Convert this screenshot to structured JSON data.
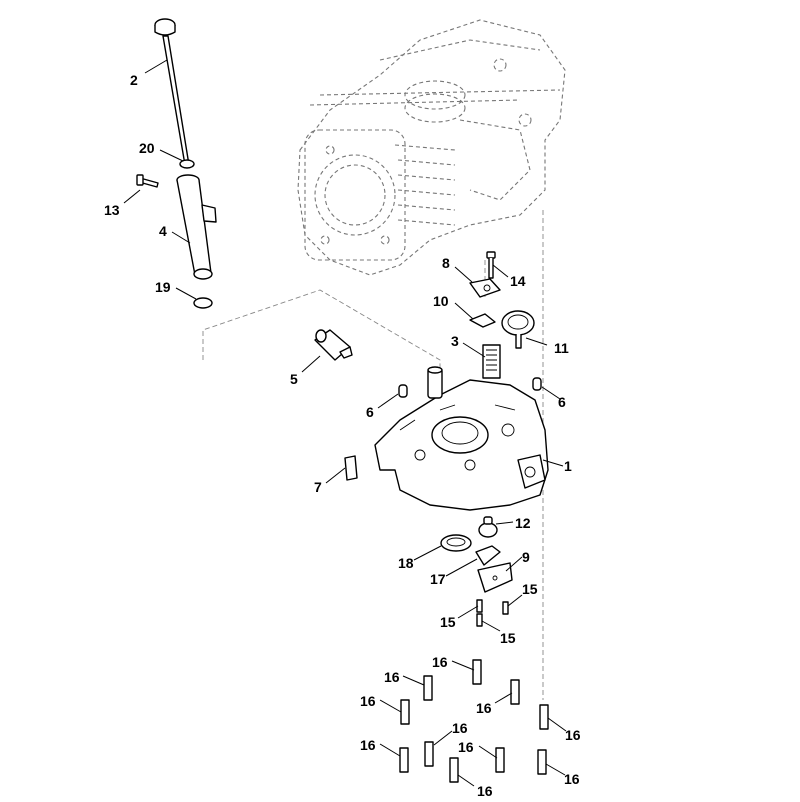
{
  "callouts": {
    "c2": "2",
    "c20": "20",
    "c13": "13",
    "c4": "4",
    "c19": "19",
    "c8": "8",
    "c14": "14",
    "c10": "10",
    "c11": "11",
    "c3": "3",
    "c5": "5",
    "c6a": "6",
    "c6b": "6",
    "c1": "1",
    "c7": "7",
    "c12": "12",
    "c18": "18",
    "c9": "9",
    "c17": "17",
    "c15a": "15",
    "c15b": "15",
    "c15c": "15",
    "c16a": "16",
    "c16b": "16",
    "c16c": "16",
    "c16d": "16",
    "c16e": "16",
    "c16f": "16",
    "c16g": "16",
    "c16h": "16",
    "c16i": "16",
    "c16j": "16"
  }
}
